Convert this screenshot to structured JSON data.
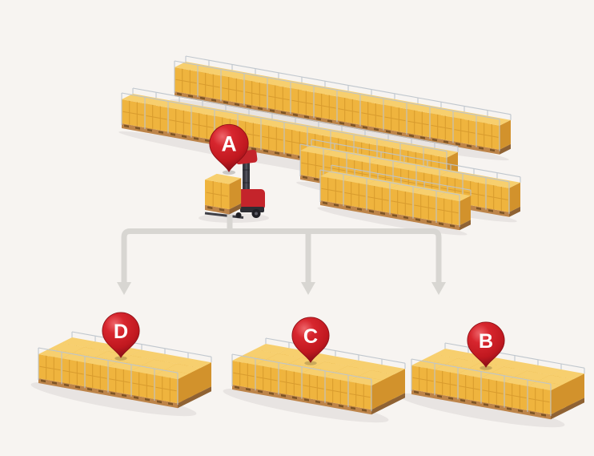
{
  "markers": {
    "a": {
      "label": "A"
    },
    "d": {
      "label": "D"
    },
    "c": {
      "label": "C"
    },
    "b": {
      "label": "B"
    }
  },
  "flow": {
    "from": "A",
    "to": [
      "D",
      "C",
      "B"
    ]
  },
  "colors": {
    "background": "#f7f4f1",
    "arrow_gray": "#d8d6d2",
    "pin_red": "#d2232a",
    "pin_red_dark": "#93101a",
    "crate_front": "#efb43e",
    "crate_top": "#f7cf6e",
    "crate_side": "#d2922c",
    "pallet_wood": "#bd8449",
    "cage_gray": "#bdc4cb",
    "truck_red": "#c4242b",
    "truck_dark": "#36363d"
  }
}
